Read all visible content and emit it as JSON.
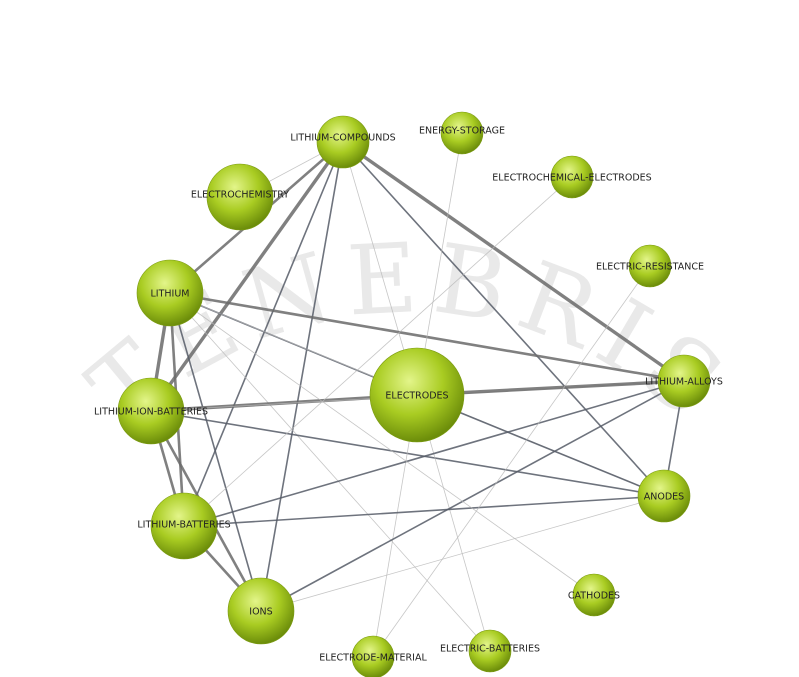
{
  "watermark": {
    "text": "TENEBRIS"
  },
  "nodes": [
    {
      "id": "lithium-compounds",
      "label": "LITHIUM-COMPOUNDS",
      "weight": 2
    },
    {
      "id": "energy-storage",
      "label": "ENERGY-STORAGE",
      "weight": 1
    },
    {
      "id": "electrochemistry",
      "label": "ELECTROCHEMISTRY",
      "weight": 3
    },
    {
      "id": "electrochemical-electrodes",
      "label": "ELECTROCHEMICAL-ELECTRODES",
      "weight": 1
    },
    {
      "id": "electric-resistance",
      "label": "ELECTRIC-RESISTANCE",
      "weight": 1
    },
    {
      "id": "lithium",
      "label": "LITHIUM",
      "weight": 3
    },
    {
      "id": "electrodes",
      "label": "ELECTRODES",
      "weight": 5
    },
    {
      "id": "lithium-alloys",
      "label": "LITHIUM-ALLOYS",
      "weight": 2
    },
    {
      "id": "lithium-ion-batteries",
      "label": "LITHIUM-ION-BATTERIES",
      "weight": 3
    },
    {
      "id": "anodes",
      "label": "ANODES",
      "weight": 2
    },
    {
      "id": "lithium-batteries",
      "label": "LITHIUM-BATTERIES",
      "weight": 3
    },
    {
      "id": "cathodes",
      "label": "CATHODES",
      "weight": 1
    },
    {
      "id": "ions",
      "label": "IONS",
      "weight": 3
    },
    {
      "id": "electrode-material",
      "label": "ELECTRODE-MATERIAL",
      "weight": 1
    },
    {
      "id": "electric-batteries",
      "label": "ELECTRIC-BATTERIES",
      "weight": 1
    }
  ],
  "edges": [
    {
      "source": "lithium-compounds",
      "target": "lithium",
      "strength": 3
    },
    {
      "source": "lithium-compounds",
      "target": "lithium-ion-batteries",
      "strength": 4
    },
    {
      "source": "lithium-compounds",
      "target": "lithium-batteries",
      "strength": 2
    },
    {
      "source": "lithium-compounds",
      "target": "ions",
      "strength": 2
    },
    {
      "source": "lithium-compounds",
      "target": "electrodes",
      "strength": 1
    },
    {
      "source": "lithium-compounds",
      "target": "lithium-alloys",
      "strength": 4
    },
    {
      "source": "lithium-compounds",
      "target": "anodes",
      "strength": 2
    },
    {
      "source": "lithium",
      "target": "electrodes",
      "strength": 2
    },
    {
      "source": "lithium",
      "target": "lithium-alloys",
      "strength": 3
    },
    {
      "source": "lithium",
      "target": "lithium-ion-batteries",
      "strength": 4
    },
    {
      "source": "lithium",
      "target": "lithium-batteries",
      "strength": 3
    },
    {
      "source": "lithium",
      "target": "ions",
      "strength": 2
    },
    {
      "source": "lithium",
      "target": "anodes",
      "strength": 1
    },
    {
      "source": "lithium",
      "target": "electric-batteries",
      "strength": 1
    },
    {
      "source": "lithium-ion-batteries",
      "target": "electrodes",
      "strength": 4
    },
    {
      "source": "lithium-ion-batteries",
      "target": "lithium-batteries",
      "strength": 3
    },
    {
      "source": "lithium-ion-batteries",
      "target": "ions",
      "strength": 3
    },
    {
      "source": "lithium-ion-batteries",
      "target": "anodes",
      "strength": 2
    },
    {
      "source": "lithium-ion-batteries",
      "target": "lithium-alloys",
      "strength": 1
    },
    {
      "source": "electrodes",
      "target": "lithium-alloys",
      "strength": 4
    },
    {
      "source": "electrodes",
      "target": "anodes",
      "strength": 2
    },
    {
      "source": "electrodes",
      "target": "electric-batteries",
      "strength": 1
    },
    {
      "source": "electrodes",
      "target": "electrode-material",
      "strength": 1
    },
    {
      "source": "lithium-batteries",
      "target": "anodes",
      "strength": 2
    },
    {
      "source": "lithium-batteries",
      "target": "lithium-alloys",
      "strength": 2
    },
    {
      "source": "lithium-batteries",
      "target": "ions",
      "strength": 3
    },
    {
      "source": "ions",
      "target": "lithium-alloys",
      "strength": 2
    },
    {
      "source": "ions",
      "target": "anodes",
      "strength": 1
    },
    {
      "source": "lithium-alloys",
      "target": "anodes",
      "strength": 2
    },
    {
      "source": "energy-storage",
      "target": "electrodes",
      "strength": 1
    },
    {
      "source": "electrochemical-electrodes",
      "target": "lithium-batteries",
      "strength": 1
    },
    {
      "source": "electric-resistance",
      "target": "electrode-material",
      "strength": 1
    },
    {
      "source": "cathodes",
      "target": "lithium",
      "strength": 1
    },
    {
      "source": "electrochemistry",
      "target": "lithium-compounds",
      "strength": 1
    }
  ],
  "colors": {
    "node_fill_light": "#d8ee70",
    "node_fill_mid": "#a8cc22",
    "node_fill_dark": "#6e8f0c",
    "edge_color": "#555555",
    "watermark": "#e9e9e9"
  }
}
